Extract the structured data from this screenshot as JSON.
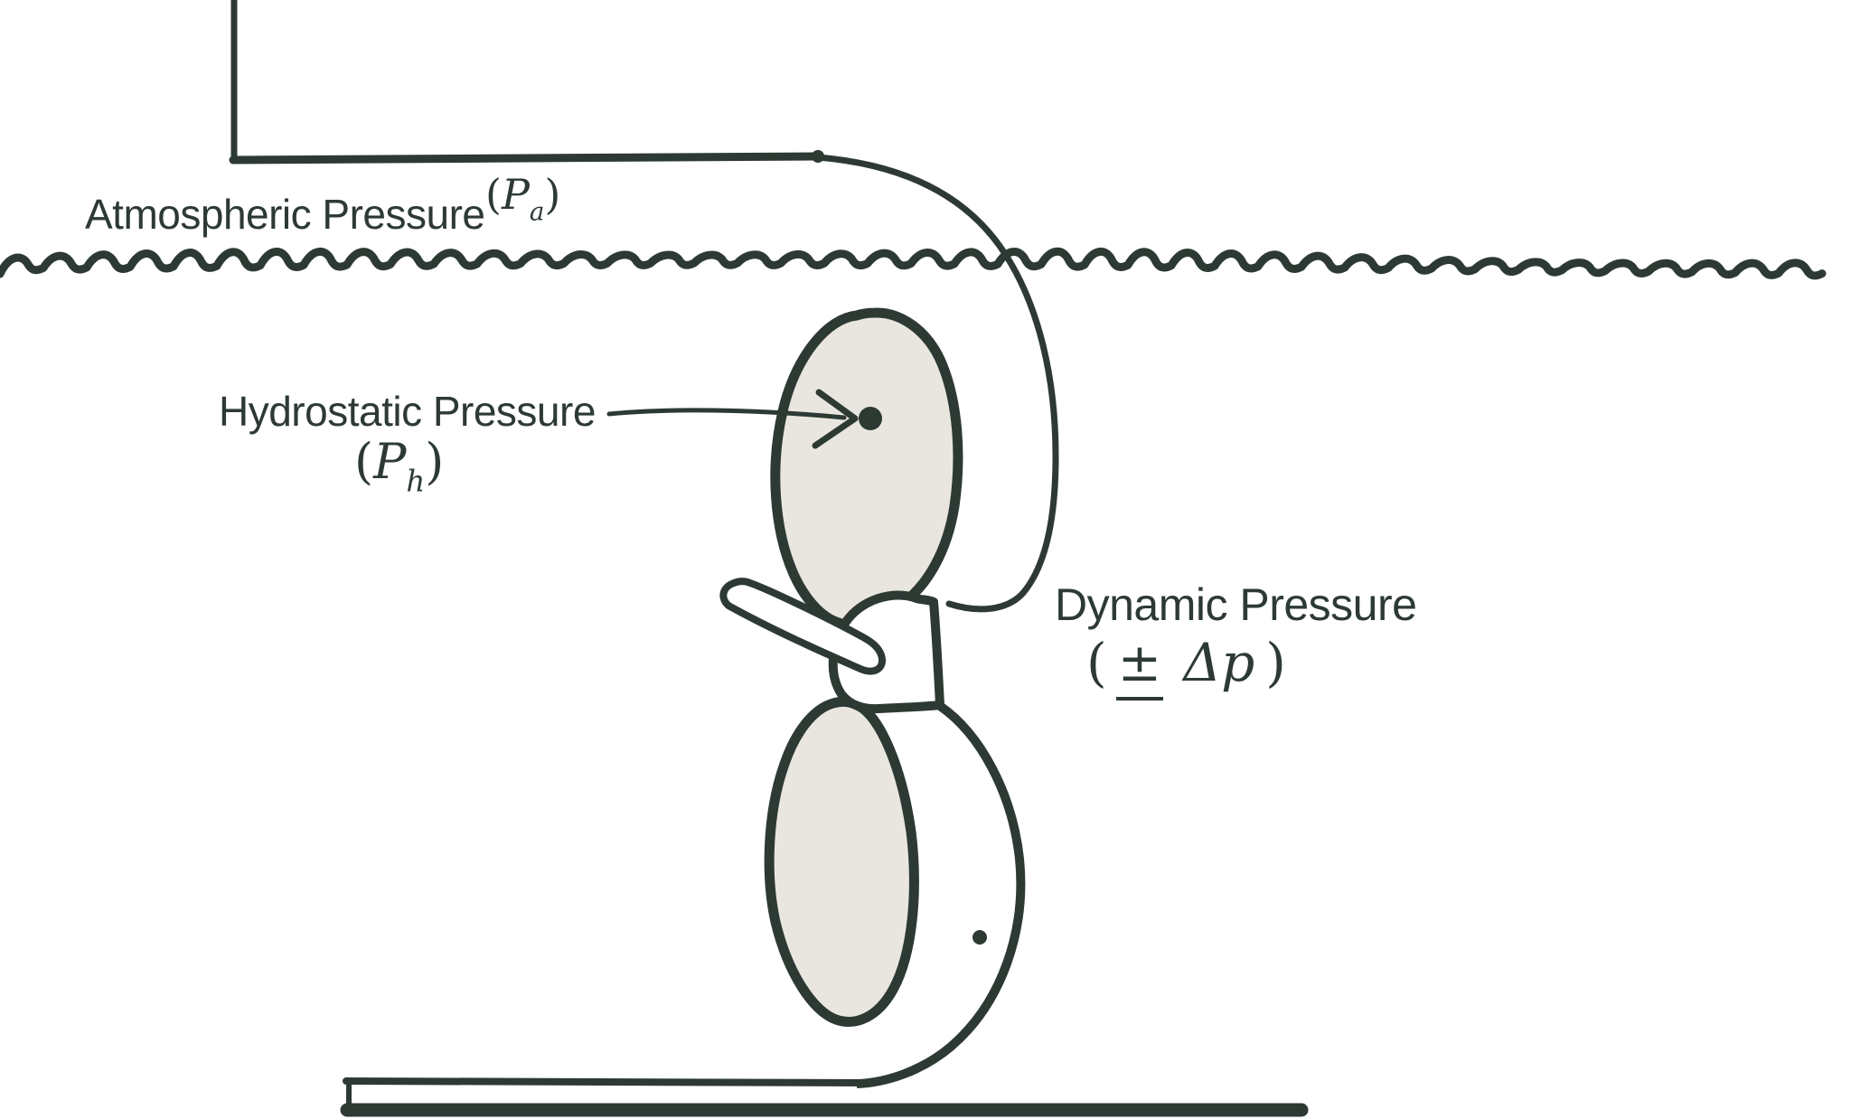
{
  "colors": {
    "ink": "#2d3a33",
    "shape_fill": "#e9e6e0",
    "background": "#ffffff"
  },
  "labels": {
    "atmospheric": {
      "label": "Atmospheric Pressure",
      "symbol": {
        "open": "(",
        "letter": "P",
        "sub": "a",
        "close": ")"
      }
    },
    "hydrostatic": {
      "label": "Hydrostatic Pressure",
      "symbol": {
        "open": "(",
        "letter": "P",
        "sub": "h",
        "close": ")"
      }
    },
    "dynamic": {
      "label": "Dynamic Pressure",
      "symbol": {
        "open": "(",
        "pm": "±",
        "delta": "Δ",
        "letter": "p",
        "close": ")"
      }
    }
  },
  "diagram": {
    "parts": [
      "water-surface",
      "atmosphere-pipe",
      "descending-cable",
      "upper-turbine-blade",
      "lower-turbine-blade",
      "turbine-hub",
      "foreground-blade",
      "pod-body",
      "hydrostatic-point",
      "base-plate"
    ]
  }
}
